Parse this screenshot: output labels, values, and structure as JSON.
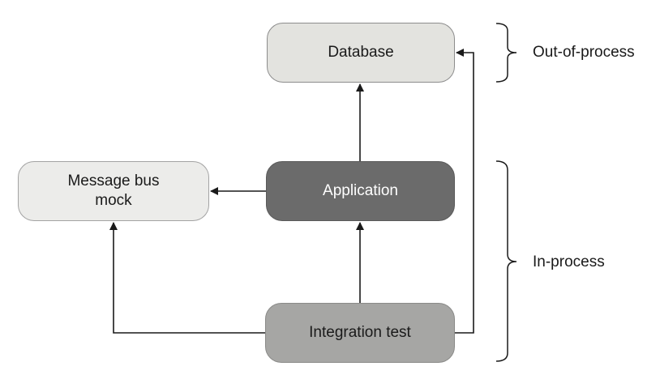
{
  "diagram": {
    "nodes": {
      "database": "Database",
      "message_bus_mock": "Message bus\nmock",
      "application": "Application",
      "integration_test": "Integration test"
    },
    "groups": {
      "out_of_process": "Out-of-process",
      "in_process": "In-process"
    },
    "edges": [
      {
        "from": "Application",
        "to": "Database"
      },
      {
        "from": "Application",
        "to": "Message bus mock"
      },
      {
        "from": "Integration test",
        "to": "Application"
      },
      {
        "from": "Integration test",
        "to": "Message bus mock"
      },
      {
        "from": "Integration test",
        "to": "Database"
      }
    ],
    "colors": {
      "database_fill": "#e3e3df",
      "mock_fill": "#ececea",
      "application_fill": "#6b6b6b",
      "integration_test_fill": "#a6a6a4",
      "line": "#1a1a1a"
    }
  }
}
